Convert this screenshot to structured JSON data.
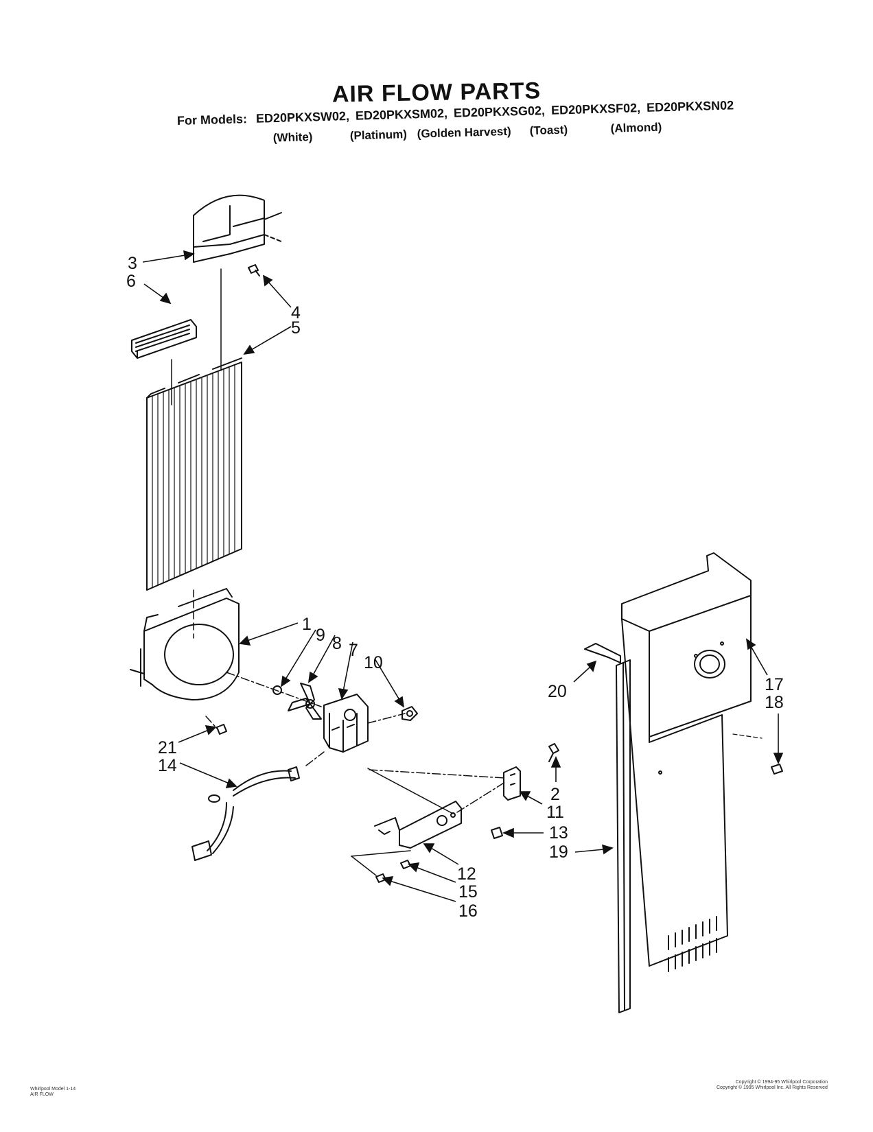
{
  "title": "AIR FLOW PARTS",
  "models_label": "For Models:",
  "models": [
    {
      "number": "ED20PKXSW02,",
      "color": "(White)"
    },
    {
      "number": "ED20PKXSM02,",
      "color": "(Platinum)"
    },
    {
      "number": "ED20PKXSG02,",
      "color": "(Golden Harvest)"
    },
    {
      "number": "ED20PKXSF02,",
      "color": "(Toast)"
    },
    {
      "number": "ED20PKXSN02",
      "color": "(Almond)"
    }
  ],
  "callouts": [
    "1",
    "2",
    "3",
    "4",
    "5",
    "6",
    "7",
    "8",
    "9",
    "10",
    "11",
    "12",
    "13",
    "14",
    "15",
    "16",
    "17",
    "18",
    "19",
    "20",
    "21"
  ],
  "footer_left": [
    "Whirlpool Model 1-14",
    "AIR FLOW"
  ],
  "footer_right": [
    "Copyright © 1994-95 Whirlpool Corporation",
    "Copyright © 1995 Whirlpool Inc. All Rights Reserved"
  ]
}
